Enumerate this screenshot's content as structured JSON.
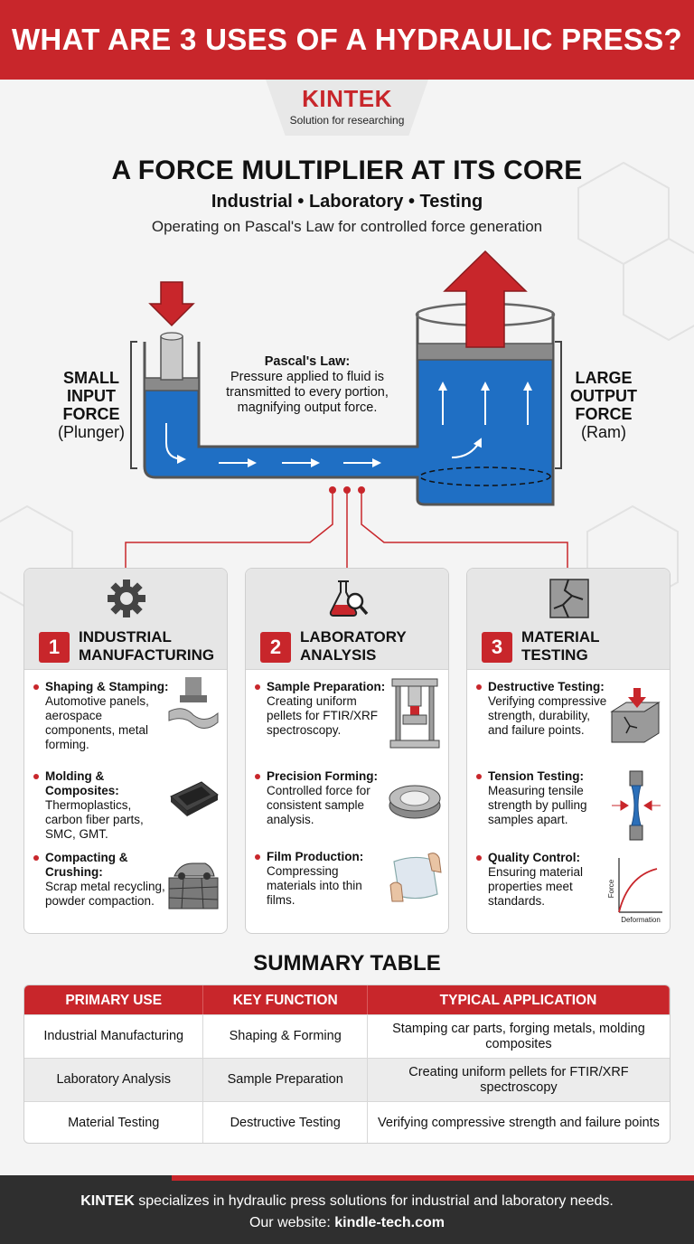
{
  "header": {
    "title": "WHAT ARE 3 USES OF A HYDRAULIC PRESS?"
  },
  "logo": {
    "brand": "KINTEK",
    "tagline": "Solution for researching"
  },
  "intro": {
    "title": "A FORCE MULTIPLIER AT ITS CORE",
    "subtitle": "Industrial • Laboratory • Testing",
    "description": "Operating on Pascal's Law for controlled force generation"
  },
  "diagram": {
    "left_label": {
      "line1": "SMALL",
      "line2": "INPUT",
      "line3": "FORCE",
      "line4": "(Plunger)"
    },
    "right_label": {
      "line1": "LARGE",
      "line2": "OUTPUT",
      "line3": "FORCE",
      "line4": "(Ram)"
    },
    "pascal_title": "Pascal's Law:",
    "pascal_text": "Pressure applied to fluid is transmitted to every portion, magnifying output force."
  },
  "cards": [
    {
      "number": "1",
      "title_line1": "INDUSTRIAL",
      "title_line2": "MANUFACTURING",
      "icon": "gear-icon",
      "items": [
        {
          "title": "Shaping & Stamping:",
          "text": "Automotive panels, aerospace components, metal forming."
        },
        {
          "title": "Molding & Composites:",
          "text": "Thermoplastics, carbon fiber parts, SMC, GMT."
        },
        {
          "title": "Compacting & Crushing:",
          "text": "Scrap metal recycling, powder compaction."
        }
      ]
    },
    {
      "number": "2",
      "title_line1": "LABORATORY",
      "title_line2": "ANALYSIS",
      "icon": "flask-magnifier-icon",
      "items": [
        {
          "title": "Sample Preparation:",
          "text": "Creating uniform pellets for FTIR/XRF spectroscopy."
        },
        {
          "title": "Precision Forming:",
          "text": "Controlled force for consistent sample analysis."
        },
        {
          "title": "Film Production:",
          "text": "Compressing materials into thin films."
        }
      ]
    },
    {
      "number": "3",
      "title_line1": "MATERIAL",
      "title_line2": "TESTING",
      "icon": "cracked-block-icon",
      "items": [
        {
          "title": "Destructive Testing:",
          "text": "Verifying compressive strength, durability, and failure points."
        },
        {
          "title": "Tension Testing:",
          "text": "Measuring tensile strength by pulling samples apart."
        },
        {
          "title": "Quality Control:",
          "text": "Ensuring material properties meet standards."
        }
      ],
      "graph": {
        "ylabel": "Force",
        "xlabel": "Deformation"
      }
    }
  ],
  "summary": {
    "title": "SUMMARY TABLE",
    "headers": [
      "PRIMARY USE",
      "KEY FUNCTION",
      "TYPICAL APPLICATION"
    ],
    "rows": [
      [
        "Industrial Manufacturing",
        "Shaping & Forming",
        "Stamping car parts, forging metals, molding composites"
      ],
      [
        "Laboratory Analysis",
        "Sample Preparation",
        "Creating uniform pellets for FTIR/XRF spectroscopy"
      ],
      [
        "Material Testing",
        "Destructive Testing",
        "Verifying compressive strength and failure points"
      ]
    ]
  },
  "footer": {
    "brand": "KINTEK",
    "line1_rest": " specializes in hydraulic press solutions for industrial and laboratory needs.",
    "website_label": "Our website: ",
    "website": "kindle-tech.com"
  },
  "colors": {
    "accent": "#c8262b",
    "fluid": "#1f6fc4",
    "footer": "#2f2f2f"
  }
}
